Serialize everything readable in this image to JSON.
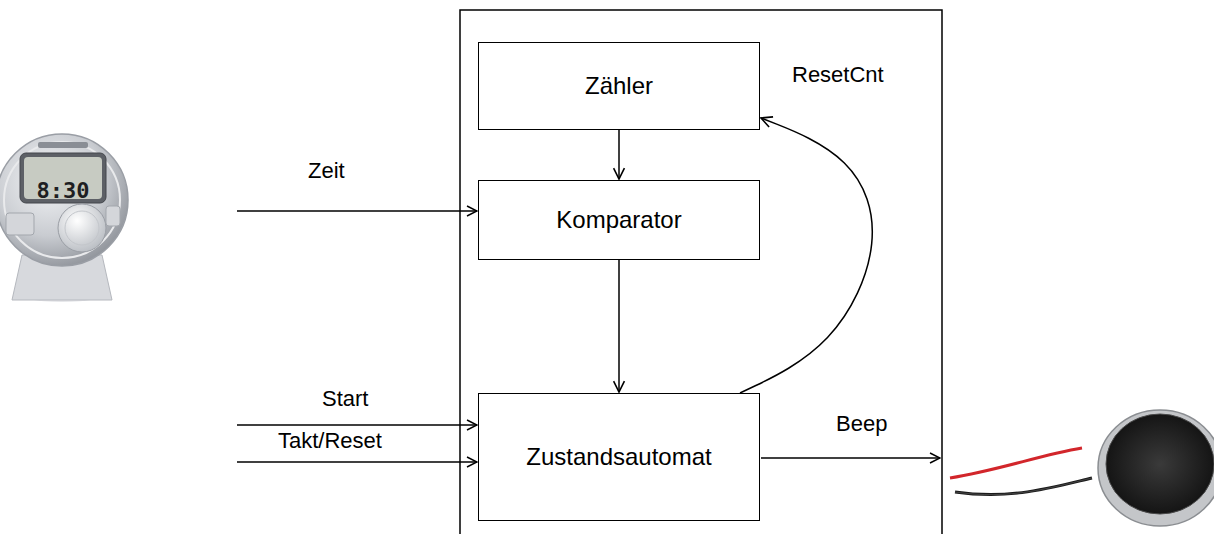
{
  "diagram": {
    "nodes": [
      {
        "text": [
          "Zähler"
        ]
      },
      {
        "text": [
          "Komparator"
        ]
      },
      {
        "text": [
          "Zustandsautomat"
        ]
      }
    ],
    "edges": [
      {
        "from": 0,
        "to": 1,
        "arrow": "to"
      },
      {
        "from": 1,
        "to": 2,
        "arrow": "to"
      },
      {
        "from": 2,
        "to": 0,
        "label": "ResetCnt",
        "arrow": "to"
      }
    ],
    "labels": [
      "Zeit",
      "Start",
      "Takt/Reset",
      "Beep",
      "8:30"
    ]
  }
}
